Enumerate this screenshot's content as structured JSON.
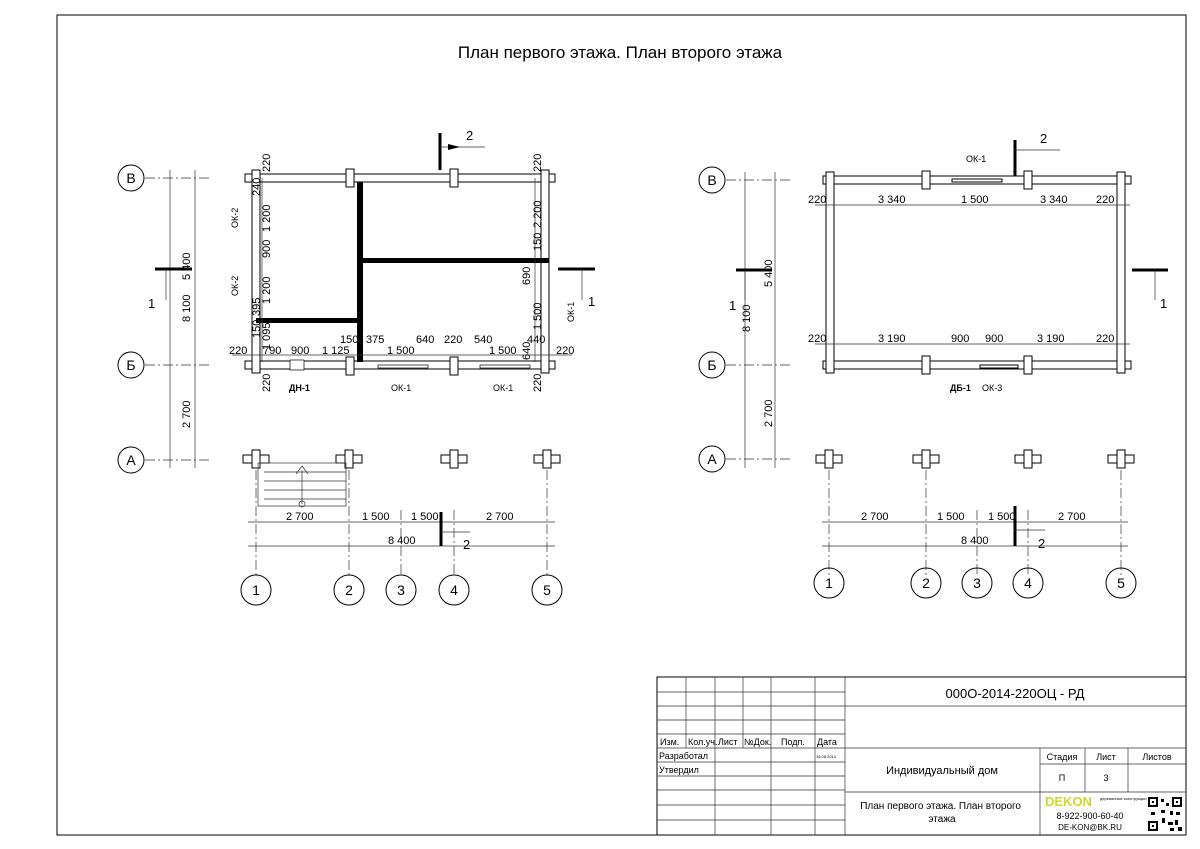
{
  "title": "План первого этажа. План второго этажа",
  "axes": {
    "rows": [
      "В",
      "Б",
      "А"
    ],
    "cols": [
      "1",
      "2",
      "3",
      "4",
      "5"
    ]
  },
  "section_marks": {
    "s1": "1",
    "s2": "2"
  },
  "plan1": {
    "top": [
      "220",
      "220"
    ],
    "left": [
      "240",
      "1 200",
      "900",
      "1 200",
      "395",
      "150",
      "1 095"
    ],
    "right": [
      "2 200",
      "150",
      "690",
      "1 500",
      "640"
    ],
    "row": [
      "220",
      "790",
      "900",
      "1 125",
      "150",
      "375",
      "1 500",
      "640",
      "220",
      "540",
      "1 500",
      "440",
      "220"
    ],
    "bottom": [
      "220",
      "220"
    ],
    "marks": [
      "ДН-1",
      "ОК-1",
      "ОК-1",
      "ОК-2",
      "ОК-2",
      "ОК-1"
    ],
    "overall": [
      "8 100",
      "5 400",
      "2 700"
    ],
    "cols_dims": [
      "2 700",
      "1 500",
      "1 500",
      "2 700"
    ],
    "total": "8 400"
  },
  "plan2": {
    "top_mark": "ОК-1",
    "row1": [
      "220",
      "3 340",
      "1 500",
      "3 340",
      "220"
    ],
    "row2": [
      "220",
      "3 190",
      "900",
      "900",
      "3 190",
      "220"
    ],
    "marks": [
      "ДБ-1",
      "ОК-3"
    ],
    "overall": [
      "8 100",
      "5 400",
      "2 700"
    ],
    "cols_dims": [
      "2 700",
      "1 500",
      "1 500",
      "2 700"
    ],
    "total": "8 400"
  },
  "title_block": {
    "code": "000О-2014-220ОЦ - РД",
    "headers": [
      "Изм.",
      "Кол.уч.",
      "Лист",
      "№Док.",
      "Подп.",
      "Дата"
    ],
    "roles": [
      "Разработал",
      "Утвердил"
    ],
    "date": "18.08.2014",
    "project": "Индивидуальный дом",
    "sheet_title": "План первого этажа. План второго этажа",
    "stage_label": "Стадия",
    "sheet_label": "Лист",
    "sheets_label": "Листов",
    "stage": "П",
    "sheet": "3",
    "company": {
      "logo": "DEKON",
      "tagline": "деревянные конструкции",
      "phone": "8-922-900-60-40",
      "email": "DE-KON@BK.RU"
    }
  }
}
